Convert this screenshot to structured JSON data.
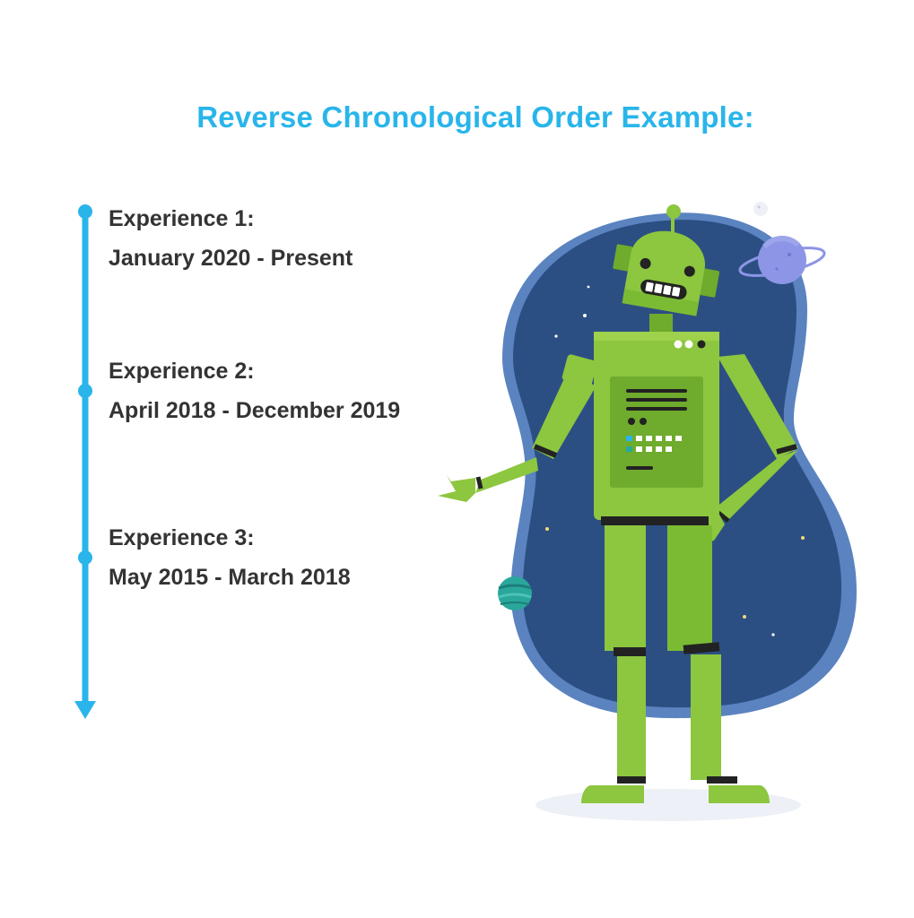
{
  "title": "Reverse Chronological Order Example:",
  "timeline": {
    "entries": [
      {
        "label": "Experience 1:",
        "date": "January 2020 - Present"
      },
      {
        "label": "Experience 2:",
        "date": "April 2018 - December 2019"
      },
      {
        "label": "Experience 3:",
        "date": "May 2015 - March 2018"
      }
    ]
  },
  "colors": {
    "accent": "#29b5ea",
    "text": "#333333",
    "robot_green": "#8dc63f",
    "robot_green_dark": "#6fab2c",
    "space_blue": "#2c4f83",
    "space_blue_light": "#5a83c0"
  },
  "illustration": {
    "subject": "robot-character",
    "background": "space-blob-with-planets"
  }
}
